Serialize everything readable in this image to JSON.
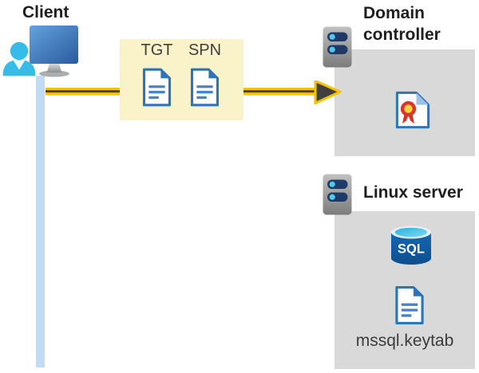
{
  "client": {
    "label": "Client"
  },
  "ticket_box": {
    "tgt_label": "TGT",
    "spn_label": "SPN"
  },
  "domain_controller": {
    "label": "Domain controller"
  },
  "linux_server": {
    "label": "Linux server",
    "sql_label": "SQL",
    "keytab_filename": "mssql.keytab"
  },
  "colors": {
    "arrow_yellow": "#F3C300",
    "arrowhead_dark": "#3F3F3F",
    "ticket_box_background": "#FAF2C8",
    "server_box_background": "#D9D9D9",
    "document_blue": "#2E75B6",
    "document_line_blue": "#4A82C6",
    "client_timeline_blue": "#C1DAF5",
    "person_cyan": "#36BCE8",
    "server_bar_navy": "#1E3A66",
    "server_dot_cyan": "#52C7EA",
    "certificate_red": "#D6382E",
    "certificate_seal_yellow": "#FFD23E",
    "sql_cylinder_blue": "#1164AE"
  }
}
